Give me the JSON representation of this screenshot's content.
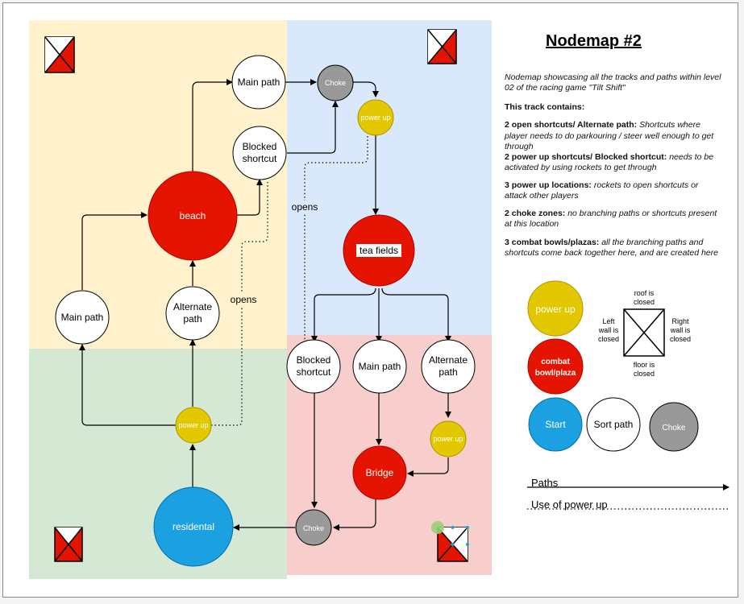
{
  "title": "Nodemap #2",
  "description": "Nodemap showcasing all the tracks and paths within level 02 of the racing game \"Tilt Shift\"",
  "contains_heading": "This track contains:",
  "features": [
    {
      "key": "2 open shortcuts/ Alternate path:",
      "value": "Shortcuts where player needs to do parkouring / steer well enough to get through"
    },
    {
      "key": "2 power up shortcuts/ Blocked shortcut:",
      "value": "needs to be activated by using rockets to get through"
    },
    {
      "key": "3 power up locations:",
      "value": "rockets to open shortcuts or attack other players"
    },
    {
      "key": "2 choke zones:",
      "value": "no branching paths or shortcuts present at this location"
    },
    {
      "key": "3 combat bowls/plazas:",
      "value": "all the branching paths and shortcuts come back together here, and are created here"
    }
  ],
  "colors": {
    "zone_yellow": "#fff2cc",
    "zone_blue": "#dae8fc",
    "zone_green": "#d5e8d4",
    "zone_red": "#f8cecc",
    "combat": "#e51400",
    "powerup": "#e3c800",
    "start": "#1ba1e2",
    "choke": "#999999"
  },
  "nodes": {
    "main_top": "Main path",
    "choke_top": "Choke",
    "powerup_top": "power up",
    "blocked_top_1": "Blocked",
    "blocked_top_2": "shortcut",
    "beach": "beach",
    "tea": "tea fields",
    "main_left": "Main path",
    "alt_left_1": "Alternate",
    "alt_left_2": "path",
    "powerup_left": "power up",
    "residental": "residental",
    "blocked_right_1": "Blocked",
    "blocked_right_2": "shortcut",
    "main_right": "Main path",
    "alt_right_1": "Alternate",
    "alt_right_2": "path",
    "powerup_right": "power up",
    "bridge": "Bridge",
    "choke_bottom": "Choke"
  },
  "edge_labels": {
    "opens_1": "opens",
    "opens_2": "opens"
  },
  "legend": {
    "power_up": "power up",
    "combat_1": "combat",
    "combat_2": "bowl/plaza",
    "start": "Start",
    "sort_path": "Sort path",
    "choke": "Choke",
    "roof_1": "roof is",
    "roof_2": "closed",
    "floor_1": "floor is",
    "floor_2": "closed",
    "left_1": "Left",
    "left_2": "wall is",
    "left_3": "closed",
    "right_1": "Right",
    "right_2": "wall is",
    "right_3": "closed",
    "paths": "Paths",
    "use_of_powerup": "Use of power up"
  }
}
